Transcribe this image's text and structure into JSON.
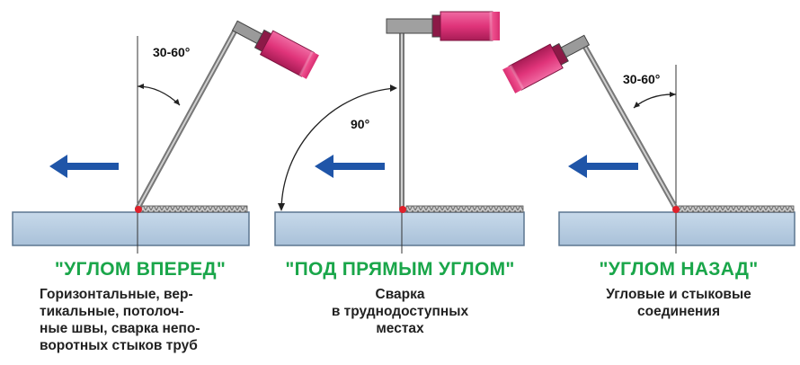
{
  "panels": [
    {
      "title": "\"УГЛОМ ВПЕРЕД\"",
      "angle_label": "30-60°",
      "description": "Горизонтальные, вер-\nтикальные, потолоч-\nные швы, сварка непо-\nворотных стыков труб"
    },
    {
      "title": "\"ПОД ПРЯМЫМ УГЛОМ\"",
      "angle_label": "90°",
      "description": "Сварка\nв труднодоступных\nместах"
    },
    {
      "title": "\"УГЛОМ НАЗАД\"",
      "angle_label": "30-60°",
      "description": "Угловые и стыковые\nсоединения"
    }
  ],
  "colors": {
    "title_green": "#1aa64a",
    "arrow_blue": "#1f55a8",
    "plate_fill": "#b9cfe3",
    "plate_stroke": "#5c7690",
    "holder_pink": "#e23a7d",
    "weld_red": "#e0202a"
  }
}
